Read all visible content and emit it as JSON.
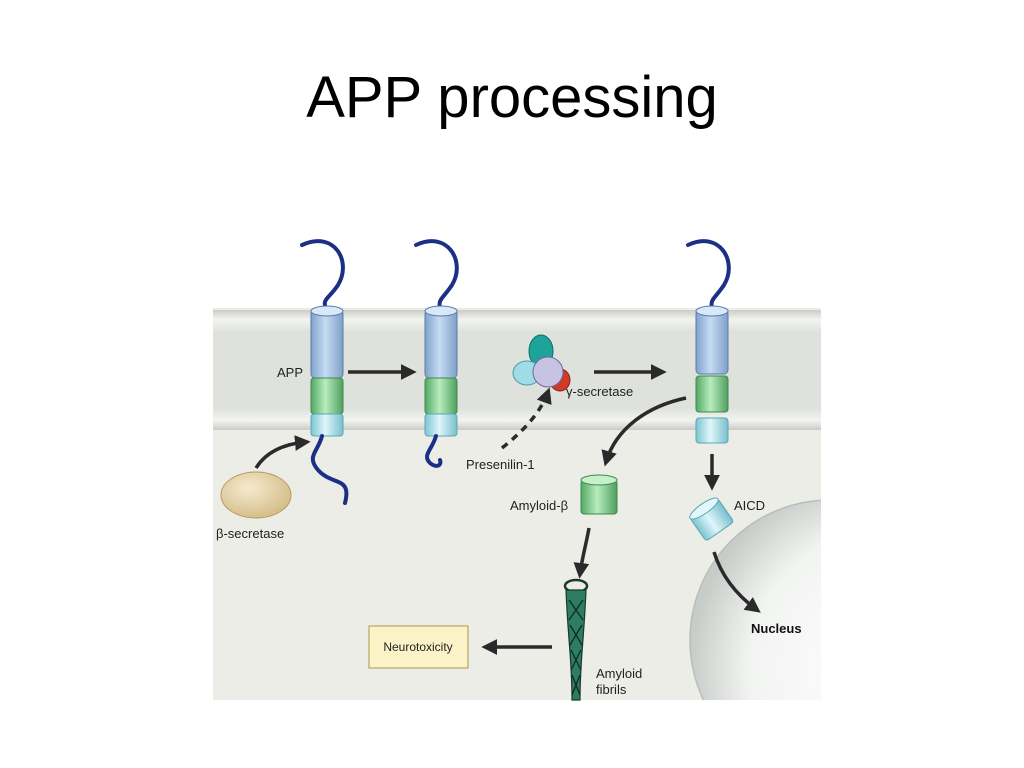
{
  "slide": {
    "title": "APP processing"
  },
  "diagram": {
    "labels": {
      "app": "APP",
      "beta_secretase": "β-secretase",
      "gamma_secretase": "γ-secretase",
      "presenilin": "Presenilin-1",
      "amyloid_beta": "Amyloid-β",
      "aicd": "AICD",
      "nucleus": "Nucleus",
      "neurotoxicity": "Neurotoxicity",
      "amyloid_fibrils_line1": "Amyloid",
      "amyloid_fibrils_line2": "fibrils"
    },
    "colors": {
      "membrane": "#d9ddd6",
      "cytoplasm": "#ecede6",
      "segment_blue": "#a9c7e6",
      "segment_green": "#8fd39a",
      "segment_cyan": "#b5e6ee",
      "chain": "#1c2f86",
      "arrow": "#2a2a2a",
      "beta_secretase": "#e6d3a4",
      "neurotoxicity_box": "#fbf2c8"
    }
  }
}
